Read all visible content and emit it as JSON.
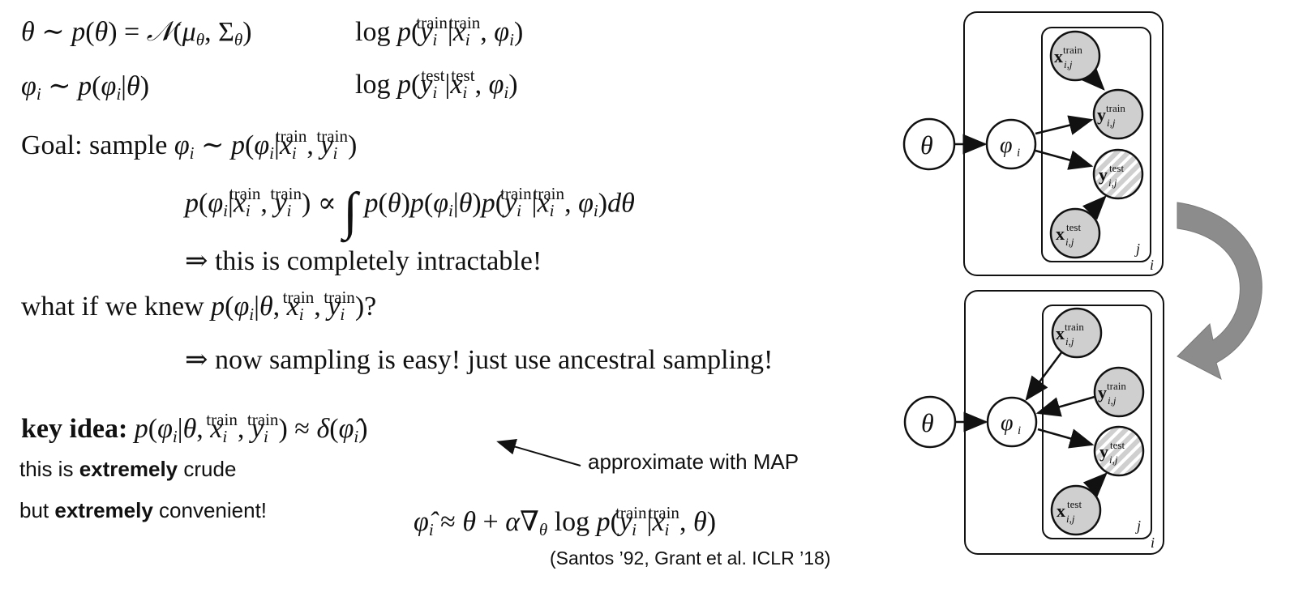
{
  "equations": {
    "prior_theta": "θ ∼ p(θ) = 𝒩(μ_θ, Σ_θ)",
    "prior_phi": "φ_i ∼ p(φ_i|θ)",
    "log_train": "log p(y_i^train|x_i^train, φ_i)",
    "log_test": "log p(y_i^test|x_i^test, φ_i)",
    "goal_prefix": "Goal: sample",
    "posterior_integral": "p(φ_i|x_i^train, y_i^train) ∝ ∫ p(θ)p(φ_i|θ)p(y_i^train|x_i^train, φ_i)dθ",
    "intractable": "⇒ this is completely intractable!",
    "what_if_prefix": "what if we knew",
    "easy": "⇒ now sampling is easy! just use ancestral sampling!",
    "key_idea_label": "key idea:",
    "map_update": "φ̂_i ≈ θ + α∇_θ log p(y_i^train|x_i^train, θ)"
  },
  "notes": {
    "crude_1": "this is",
    "crude_bold": "extremely",
    "crude_2": "crude",
    "conv_1": "but",
    "conv_bold": "extremely",
    "conv_2": "convenient!",
    "approx_label": "approximate with MAP",
    "citation": "(Santos ’92, Grant et al. ICLR ’18)"
  },
  "diagram": {
    "node_theta": "θ",
    "node_phi": "φ",
    "phi_sub": "i",
    "x_train": "x",
    "y_train": "y",
    "y_test": "y",
    "x_test": "x",
    "sub_ij": "i,j",
    "sup_train": "train",
    "sup_test": "test",
    "plate_inner": "j",
    "plate_outer": "i",
    "colors": {
      "observed_fill": "#cfcfcf",
      "hatch_stripe": "#ffffff",
      "arrow_fill": "#8c8c8c",
      "stroke": "#111111"
    }
  }
}
